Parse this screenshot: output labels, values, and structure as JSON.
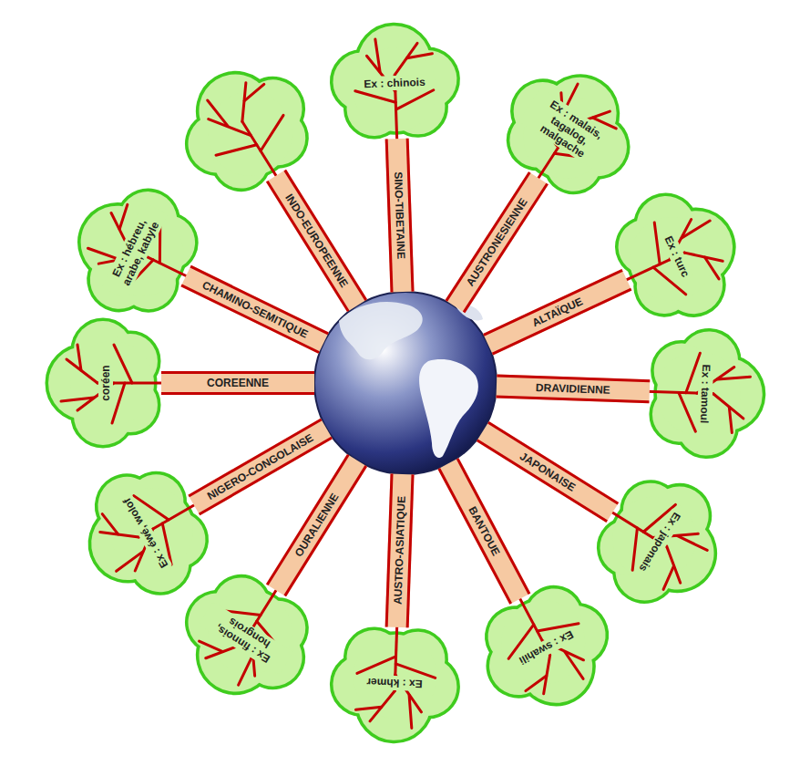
{
  "diagram": {
    "nodes": [
      {
        "text": [
          "SINO-TIBETAINE"
        ]
      },
      {
        "text": [
          "Ex : chinois"
        ]
      },
      {
        "text": [
          "AUSTRONESIENNE"
        ]
      },
      {
        "text": [
          "Ex : malais, tagalog, malgache"
        ]
      },
      {
        "text": [
          "ALTAÏQUE"
        ]
      },
      {
        "text": [
          "Ex : turc"
        ]
      },
      {
        "text": [
          "DRAVIDIENNE"
        ]
      },
      {
        "text": [
          "Ex : tamoul"
        ]
      },
      {
        "text": [
          "JAPONAISE"
        ]
      },
      {
        "text": [
          "Ex : japonais"
        ]
      },
      {
        "text": [
          "BANTOUE"
        ]
      },
      {
        "text": [
          "Ex : swahili"
        ]
      },
      {
        "text": [
          "AUSTRO-ASIATIQUE"
        ]
      },
      {
        "text": [
          "Ex : khmer"
        ]
      },
      {
        "text": [
          "OURALIENNE"
        ]
      },
      {
        "text": [
          "Ex : finnois, hongrois"
        ]
      },
      {
        "text": [
          "NIGERO-CONGOLAISE"
        ]
      },
      {
        "text": [
          "Ex : éwé, wolof"
        ]
      },
      {
        "text": [
          "COREENNE"
        ]
      },
      {
        "text": [
          "coréen"
        ]
      },
      {
        "text": [
          "CHAMINO-SEMITIQUE"
        ]
      },
      {
        "text": [
          "Ex : hébreu, arabe, kabyle"
        ]
      },
      {
        "text": [
          "INDO-EUROPEENNE"
        ]
      }
    ]
  }
}
